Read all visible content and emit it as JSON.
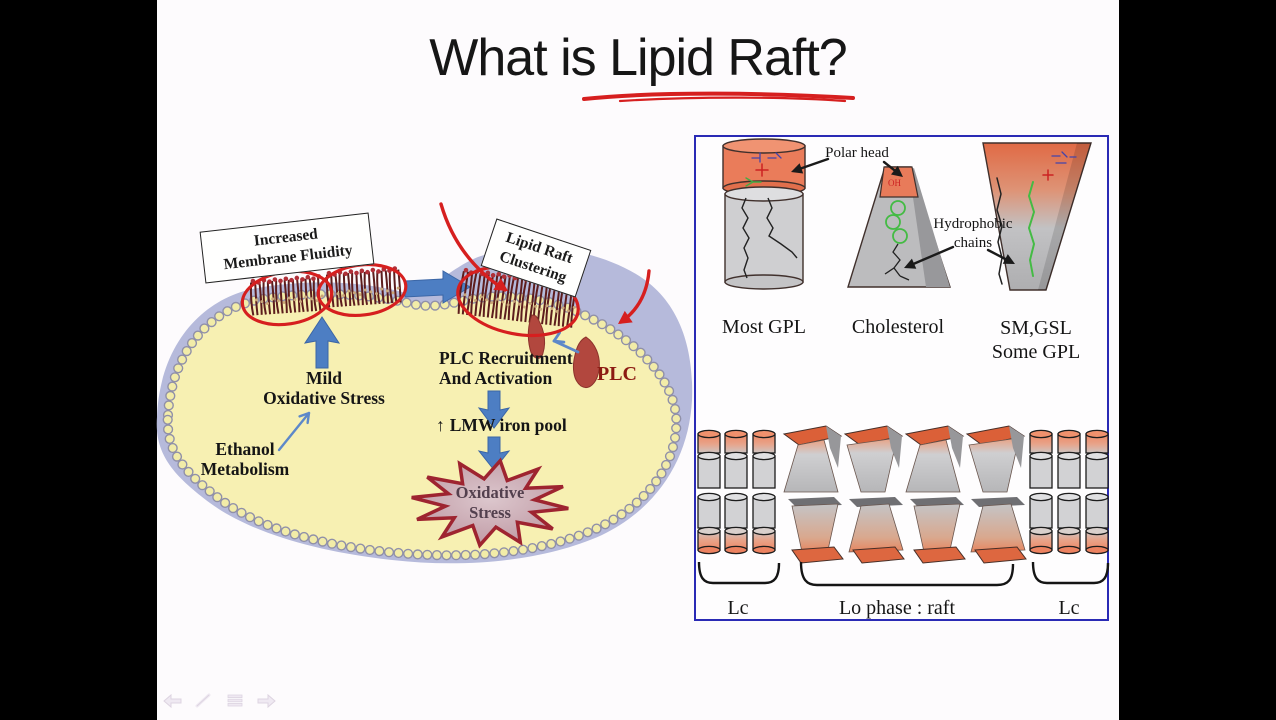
{
  "window": {
    "letterbox_color": "#000000",
    "slide_bg": "#fdfbfd"
  },
  "slide": {
    "title": "What is Lipid Raft?",
    "cell_diagram": {
      "box_fluidity_line1": "Increased",
      "box_fluidity_line2": "Membrane Fluidity",
      "box_raft_line1": "Lipid Raft",
      "box_raft_line2": "Clustering",
      "mild_line1": "Mild",
      "mild_line2": "Oxidative Stress",
      "ethanol_line1": "Ethanol",
      "ethanol_line2": "Metabolism",
      "plc_line1": "PLC Recruitment",
      "plc_line2": "And Activation",
      "plc_enzyme": "PLC",
      "lmw_up_arrow": "↑",
      "lmw_text": "LMW iron pool",
      "starburst_line1": "Oxidative",
      "starburst_line2": "Stress"
    },
    "lipid_panel": {
      "polar_head": "Polar head",
      "hydrophobic_line1": "Hydrophobic",
      "hydrophobic_line2": "chains",
      "mol_left": "Most GPL",
      "mol_mid": "Cholesterol",
      "mol_right_line1": "SM,GSL",
      "mol_right_line2": "Some GPL",
      "bracket_left": "Lc",
      "bracket_mid": "Lo phase : raft",
      "bracket_right": "Lc"
    }
  },
  "presenter_toolbar": {
    "icons": [
      "previous-slide",
      "pen-tool",
      "menu",
      "next-slide"
    ]
  },
  "colors": {
    "ink_red": "#d61f1f",
    "arrow_blue": "#4d7ec3",
    "panel_border_blue": "#2a2ab5",
    "membrane_yellow": "#f7f0b2",
    "band_lavender": "#b6badb",
    "polar_head_orange": "#e87b5a",
    "plc_maroon": "#8c1a12"
  }
}
